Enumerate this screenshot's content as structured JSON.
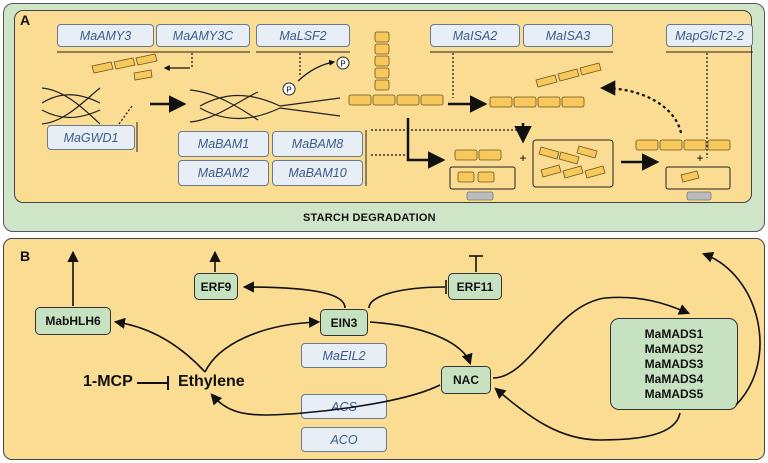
{
  "panel_a": {
    "label": "A",
    "caption": "STARCH DEGRADATION",
    "genes": {
      "amy3": "MaAMY3",
      "amy3c": "MaAMY3C",
      "lsf2": "MaLSF2",
      "isa2": "MaISA2",
      "isa3": "MaISA3",
      "glct": "MapGlcT2-2",
      "gwd1": "MaGWD1",
      "bam1": "MaBAM1",
      "bam8": "MaBAM8",
      "bam2": "MaBAM2",
      "bam10": "MaBAM10"
    },
    "phosphate_label": "P",
    "plus_sign": "+"
  },
  "panel_b": {
    "label": "B",
    "nodes": {
      "erf9": "ERF9",
      "erf11": "ERF11",
      "ein3": "EIN3",
      "mabhlh6": "MabHLH6",
      "nac": "NAC"
    },
    "genes": {
      "maeil2": "MaEIL2",
      "acs": "ACS",
      "aco": "ACO"
    },
    "madsbox": [
      "MaMADS1",
      "MaMADS2",
      "MaMADS3",
      "MaMADS4",
      "MaMADS5"
    ],
    "mcp": "1-MCP",
    "ethylene": "Ethylene"
  },
  "colors": {
    "outer_green": "#cfe5c8",
    "panel_yellow": "#fbdc93",
    "gene_box": "#e8eef6",
    "gene_text": "#3b5b88",
    "node_green": "#c6e2c0",
    "glucose_unit": "#f7c95c"
  }
}
